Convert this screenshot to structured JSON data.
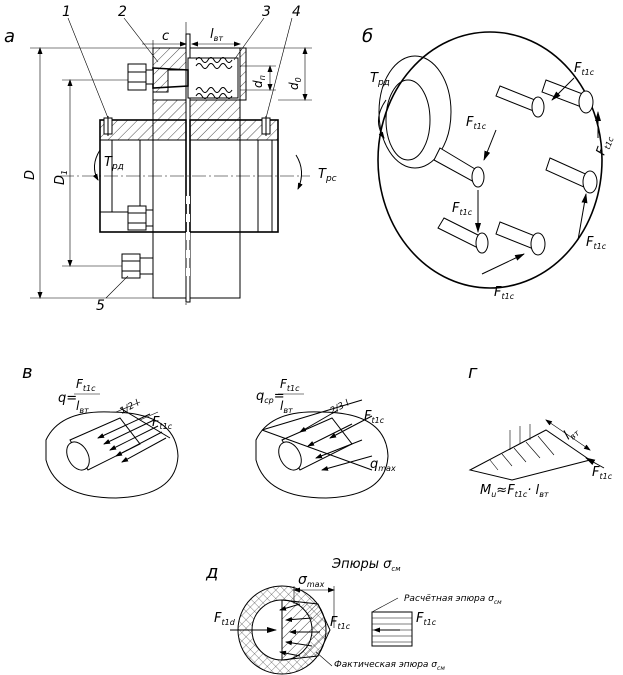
{
  "panels": {
    "a": "а",
    "b": "б",
    "v": "в",
    "g": "г",
    "d": "д"
  },
  "part_numbers": [
    "1",
    "2",
    "3",
    "4",
    "5"
  ],
  "dims": {
    "c": "c",
    "l_vt": "l",
    "l_vt_sub": "вт",
    "d_n": "d",
    "d_n_sub": "п",
    "d0": "d",
    "d0_sub": "0",
    "D": "D",
    "D1": "D",
    "D1_sub": "1"
  },
  "torques": {
    "T_rd": "T",
    "T_rd_sub": "рд",
    "T_rc": "T",
    "T_rc_sub": "рс"
  },
  "forces": {
    "F": "F",
    "F_sub": "t1c",
    "F_d_sub": "t1d"
  },
  "formulas": {
    "q": "q=",
    "q_cp": "q",
    "q_cp_sub": "ср",
    "q_cp_eq": "=",
    "q_max": "q",
    "q_max_sub": "max",
    "half_l": "1/2 l",
    "third_l": "2/3 l",
    "M_u": "M",
    "M_u_sub": "u",
    "M_u_rhs": "≈F",
    "M_u_rhs_sub": "t1c",
    "M_u_dot": "· l",
    "M_u_l_sub": "вт"
  },
  "epure": {
    "title": "Эпюры σ",
    "title_sub": "см",
    "sigma_max": "σ",
    "sigma_max_sub": "max",
    "calc_label": "Расчётная эпюра σ",
    "calc_sub": "см",
    "actual_label": "Фактическая эпюра σ",
    "actual_sub": "см"
  }
}
